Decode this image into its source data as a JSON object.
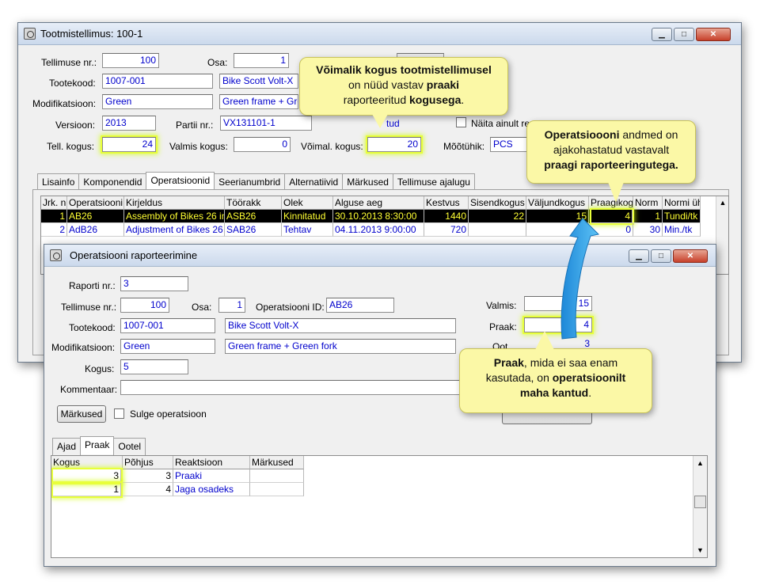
{
  "main_window": {
    "title": "Tootmistellimus: 100-1",
    "labels": {
      "order_no": "Tellimuse nr.:",
      "part": "Osa:",
      "product_code": "Tootekood:",
      "modification": "Modifikatsioon:",
      "version": "Versioon:",
      "batch_no": "Partii nr.:",
      "order_qty": "Tell. kogus:",
      "done_qty": "Valmis kogus:",
      "possible_qty": "Võimal. kogus:",
      "unit": "Mõõtühik:",
      "show_only": "Näita ainult re",
      "status_fragment": "tud"
    },
    "values": {
      "order_no": "100",
      "part": "1",
      "product_code": "1007-001",
      "product_name": "Bike Scott Volt-X",
      "modification": "Green",
      "modification_desc": "Green frame + Gree",
      "version": "2013",
      "batch_no": "VX131101-1",
      "order_qty": "24",
      "done_qty": "0",
      "possible_qty": "20",
      "unit": "PCS"
    },
    "tabs": [
      "Lisainfo",
      "Komponendid",
      "Operatsioonid",
      "Seerianumbrid",
      "Alternatiivid",
      "Märkused",
      "Tellimuse ajalugu"
    ],
    "active_tab": "Operatsioonid",
    "ops_table": {
      "columns": [
        "Jrk. n",
        "Operatsiooni",
        "Kirjeldus",
        "Töörakk",
        "Olek",
        "Alguse aeg",
        "Kestvus",
        "Sisendkogus",
        "Väljundkogus",
        "Praagikog",
        "Norm",
        "Normi üh"
      ],
      "rows": [
        [
          "1",
          "AB26",
          "Assembly of Bikes 26 in",
          "ASB26",
          "Kinnitatud",
          "30.10.2013 8:30:00",
          "1440",
          "22",
          "15",
          "4",
          "1",
          "Tundi/tk"
        ],
        [
          "2",
          "AdB26",
          "Adjustment of Bikes 26",
          "SAB26",
          "Tehtav",
          "04.11.2013 9:00:00",
          "720",
          "",
          "",
          "0",
          "30",
          "Min./tk"
        ]
      ]
    }
  },
  "report_window": {
    "title": "Operatsiooni raporteerimine",
    "labels": {
      "report_no": "Raporti nr.:",
      "order_no": "Tellimuse nr.:",
      "part": "Osa:",
      "operation_id": "Operatsiooni ID:",
      "product_code": "Tootekood:",
      "modification": "Modifikatsioon:",
      "qty": "Kogus:",
      "comment": "Kommentaar:",
      "done": "Valmis:",
      "scrap": "Praak:",
      "pending_fragment": "Oot"
    },
    "values": {
      "report_no": "3",
      "order_no": "100",
      "part": "1",
      "operation_id": "AB26",
      "product_code": "1007-001",
      "product_name": "Bike Scott Volt-X",
      "modification": "Green",
      "modification_desc": "Green frame + Green fork",
      "qty": "5",
      "comment": "",
      "done": "15",
      "scrap": "4",
      "pending": "3"
    },
    "buttons": {
      "notes": "Märkused",
      "close_op": "Sulge operatsioon"
    },
    "tabs": [
      "Ajad",
      "Praak",
      "Ootel"
    ],
    "active_tab": "Praak",
    "scrap_table": {
      "columns": [
        "Kogus",
        "Põhjus",
        "Reaktsioon",
        "Märkused"
      ],
      "rows": [
        [
          "3",
          "3",
          "Praaki",
          ""
        ],
        [
          "1",
          "4",
          "Jaga osadeks",
          ""
        ]
      ]
    }
  },
  "callouts": {
    "top": {
      "t1": "Võimalik kogus tootmistellimusel",
      "t2": "on nüüd vastav ",
      "t3": "praaki",
      "t4": "raporteeritud ",
      "t5": "kogusega",
      "t6": "."
    },
    "right": {
      "t1": "Operatsioooni",
      "t2": " andmed on",
      "t3": "ajakohastatud vastavalt",
      "t4": "praagi raporteeringutega."
    },
    "bottom": {
      "t1": "Praak",
      "t2": ", mida ei saa enam",
      "t3": "kasutada, on ",
      "t4": "operatsioonilt",
      "t5": "maha kantud",
      "t6": "."
    }
  },
  "colors": {
    "accent_highlight": "#e8ff3a",
    "callout_bg": "#fbf8a6",
    "arrow": "#29a3e8",
    "selected_row_bg": "#000000",
    "selected_row_fg": "#ffff33",
    "value_text": "#0000cc"
  }
}
